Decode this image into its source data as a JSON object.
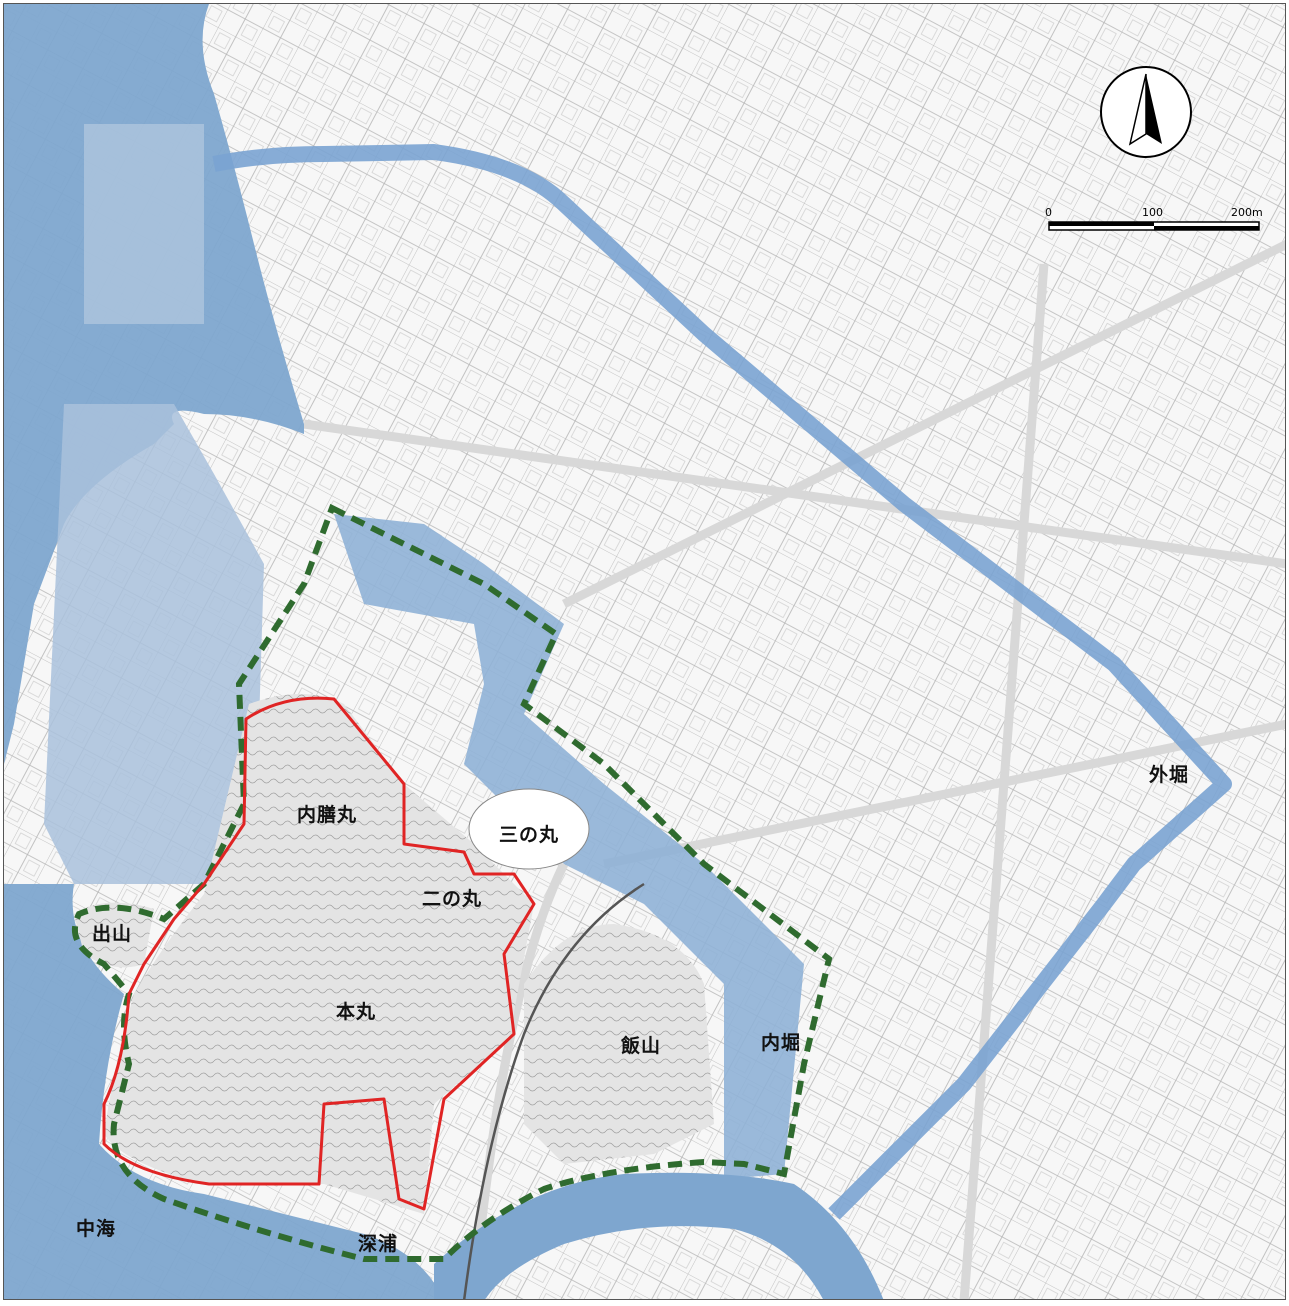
{
  "map": {
    "labels": {
      "uchizenmaru": "内膳丸",
      "sannomaru": "三の丸",
      "ninomaru": "二の丸",
      "honmaru": "本丸",
      "deyama": "出山",
      "iiyama": "飯山",
      "uchibori": "内堀",
      "sotobori": "外堀",
      "nakaumi": "中海",
      "fukaura": "深浦"
    },
    "scale_bar": {
      "ticks": [
        "0",
        "100",
        "200m"
      ]
    },
    "colors": {
      "water": "#7ea6cf",
      "moat_line": "#7aa3d2",
      "castle_boundary": "#e02424",
      "site_boundary": "#2f6b2f",
      "street_lines": "#9a9a9a",
      "background": "#f4f4f4"
    },
    "icons": {
      "north_arrow": "north-arrow-icon"
    }
  }
}
